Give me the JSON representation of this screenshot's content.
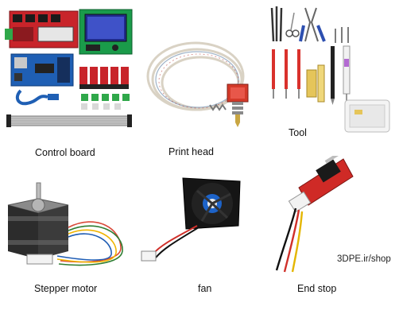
{
  "items": [
    {
      "id": "control-board",
      "label": "Control board"
    },
    {
      "id": "print-head",
      "label": "Print head"
    },
    {
      "id": "tool",
      "label": "Tool"
    },
    {
      "id": "stepper-motor",
      "label": "Stepper motor"
    },
    {
      "id": "fan",
      "label": "fan"
    },
    {
      "id": "end-stop",
      "label": "End stop"
    }
  ],
  "watermark": "3DPE.ir/shop"
}
